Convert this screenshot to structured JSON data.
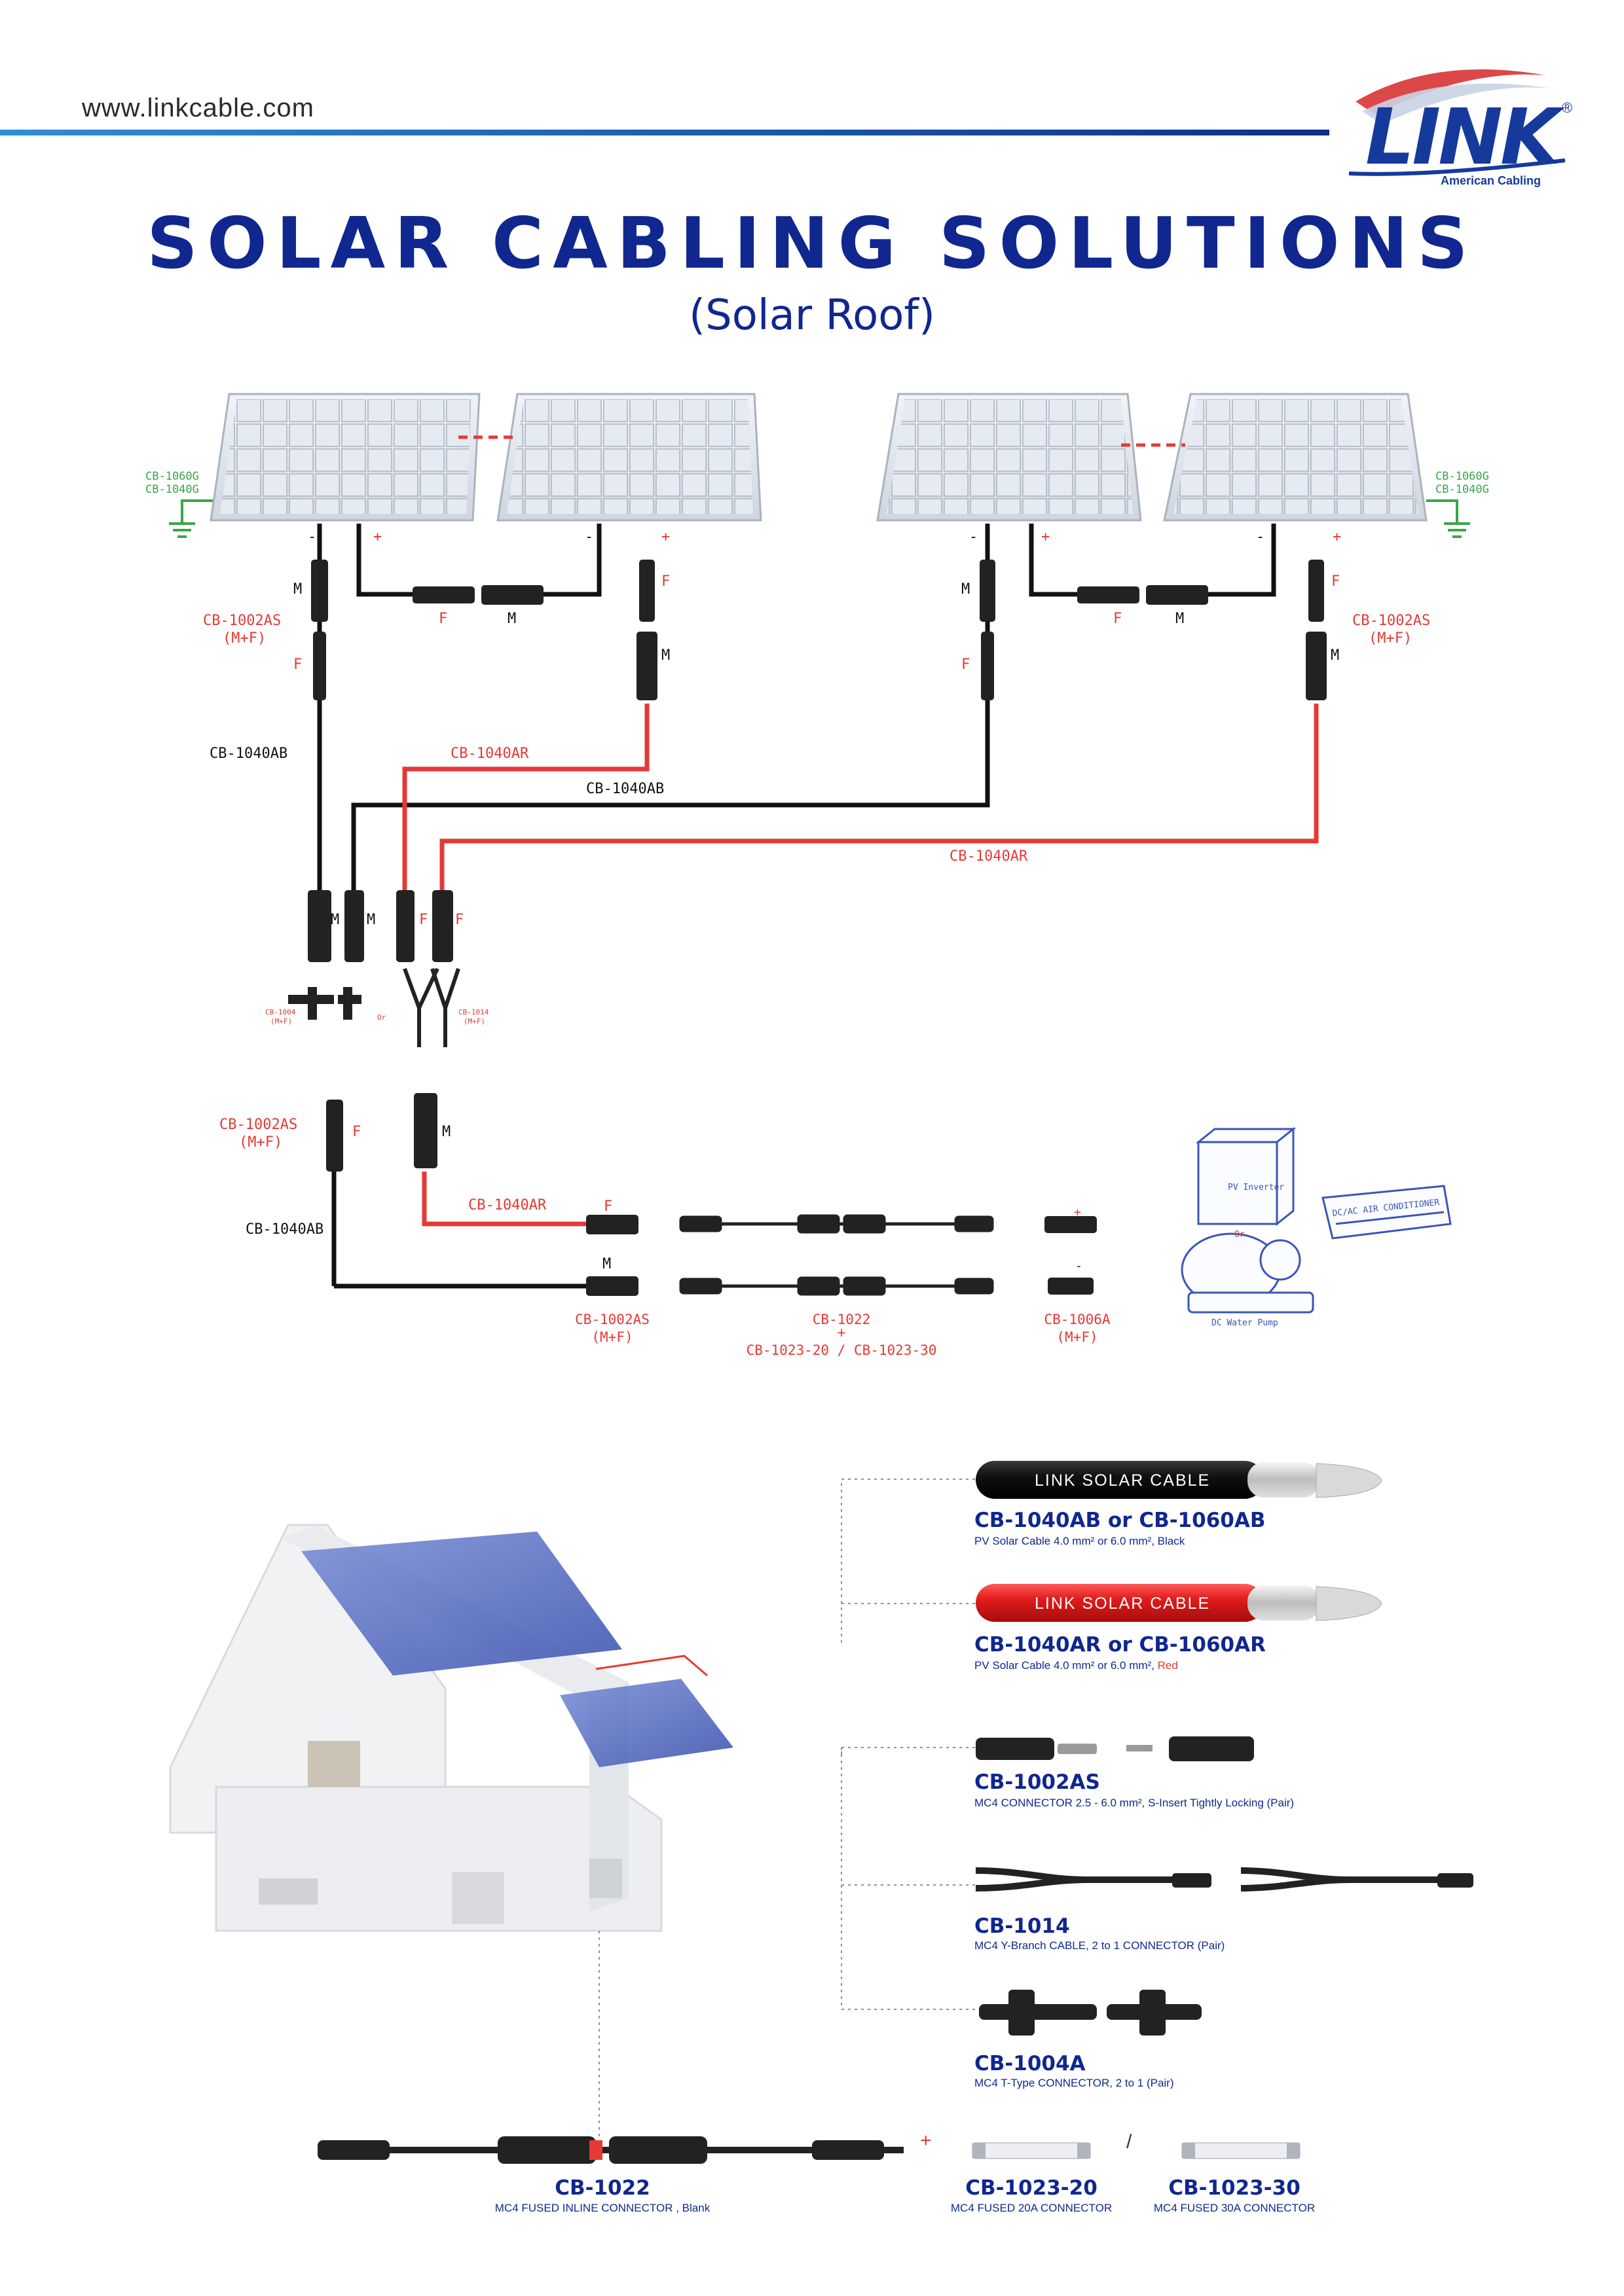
{
  "header": {
    "url": "www.linkcable.com",
    "title": "SOLAR  CABLING  SOLUTIONS",
    "subtitle": "(Solar Roof)",
    "logo_word": "LINK",
    "logo_tagline": "American Cabling",
    "logo_reg": "®"
  },
  "colors": {
    "navy": "#10278f",
    "red": "#e53935",
    "green": "#3aa64a",
    "black": "#111111"
  },
  "diagram": {
    "ground_left": [
      "CB-1060G",
      "CB-1040G"
    ],
    "ground_right": [
      "CB-1060G",
      "CB-1040G"
    ],
    "polarity": {
      "minus": "-",
      "plus": "+",
      "male": "M",
      "female": "F",
      "or": "Or"
    },
    "cables": {
      "ab": "CB-1040AB",
      "ar": "CB-1040AR",
      "mf": "(M+F)",
      "as": "CB-1002AS"
    },
    "small_labels": {
      "t_connector": "CB-1004",
      "y_branch": "CB-1014",
      "mf_small": "(M+F)"
    },
    "bottom_labels": {
      "connector": "CB-1002AS",
      "connector_mf": "(M+F)",
      "fuse": "CB-1022",
      "fuse_plus": "+",
      "fuse_alt": "CB-1023-20 / CB-1023-30",
      "pv_connector": "CB-1006A",
      "pv_connector_mf": "(M+F)"
    },
    "equipment": {
      "inverter": "PV Inverter",
      "ac": "DC/AC AIR CONDITIONER",
      "pump": "DC Water Pump",
      "or": "Or"
    }
  },
  "products": {
    "cable_print": "LINK  SOLAR  CABLE",
    "black_cable": {
      "title": "CB-1040AB or CB-1060AB",
      "desc_main": "PV Solar Cable  4.0 mm² or 6.0 mm², ",
      "desc_color": "Black"
    },
    "red_cable": {
      "title": "CB-1040AR or CB-1060AR",
      "desc_main": "PV Solar Cable  4.0 mm² or 6.0 mm², ",
      "desc_color": "Red"
    },
    "connector": {
      "title": "CB-1002AS",
      "desc": "MC4  CONNECTOR  2.5 - 6.0 mm², S-Insert Tightly Locking (Pair)"
    },
    "y_branch": {
      "title": "CB-1014",
      "desc": "MC4 Y-Branch CABLE, 2 to 1 CONNECTOR (Pair)"
    },
    "t_type": {
      "title": "CB-1004A",
      "desc": "MC4 T-Type CONNECTOR, 2 to 1 (Pair)"
    },
    "fused": {
      "title": "CB-1022",
      "desc": "MC4 FUSED INLINE CONNECTOR , Blank"
    },
    "fuse20": {
      "title": "CB-1023-20",
      "desc": "MC4 FUSED  20A  CONNECTOR"
    },
    "fuse30": {
      "title": "CB-1023-30",
      "desc": "MC4 FUSED  30A  CONNECTOR"
    },
    "plus": "+",
    "slash": "/"
  }
}
